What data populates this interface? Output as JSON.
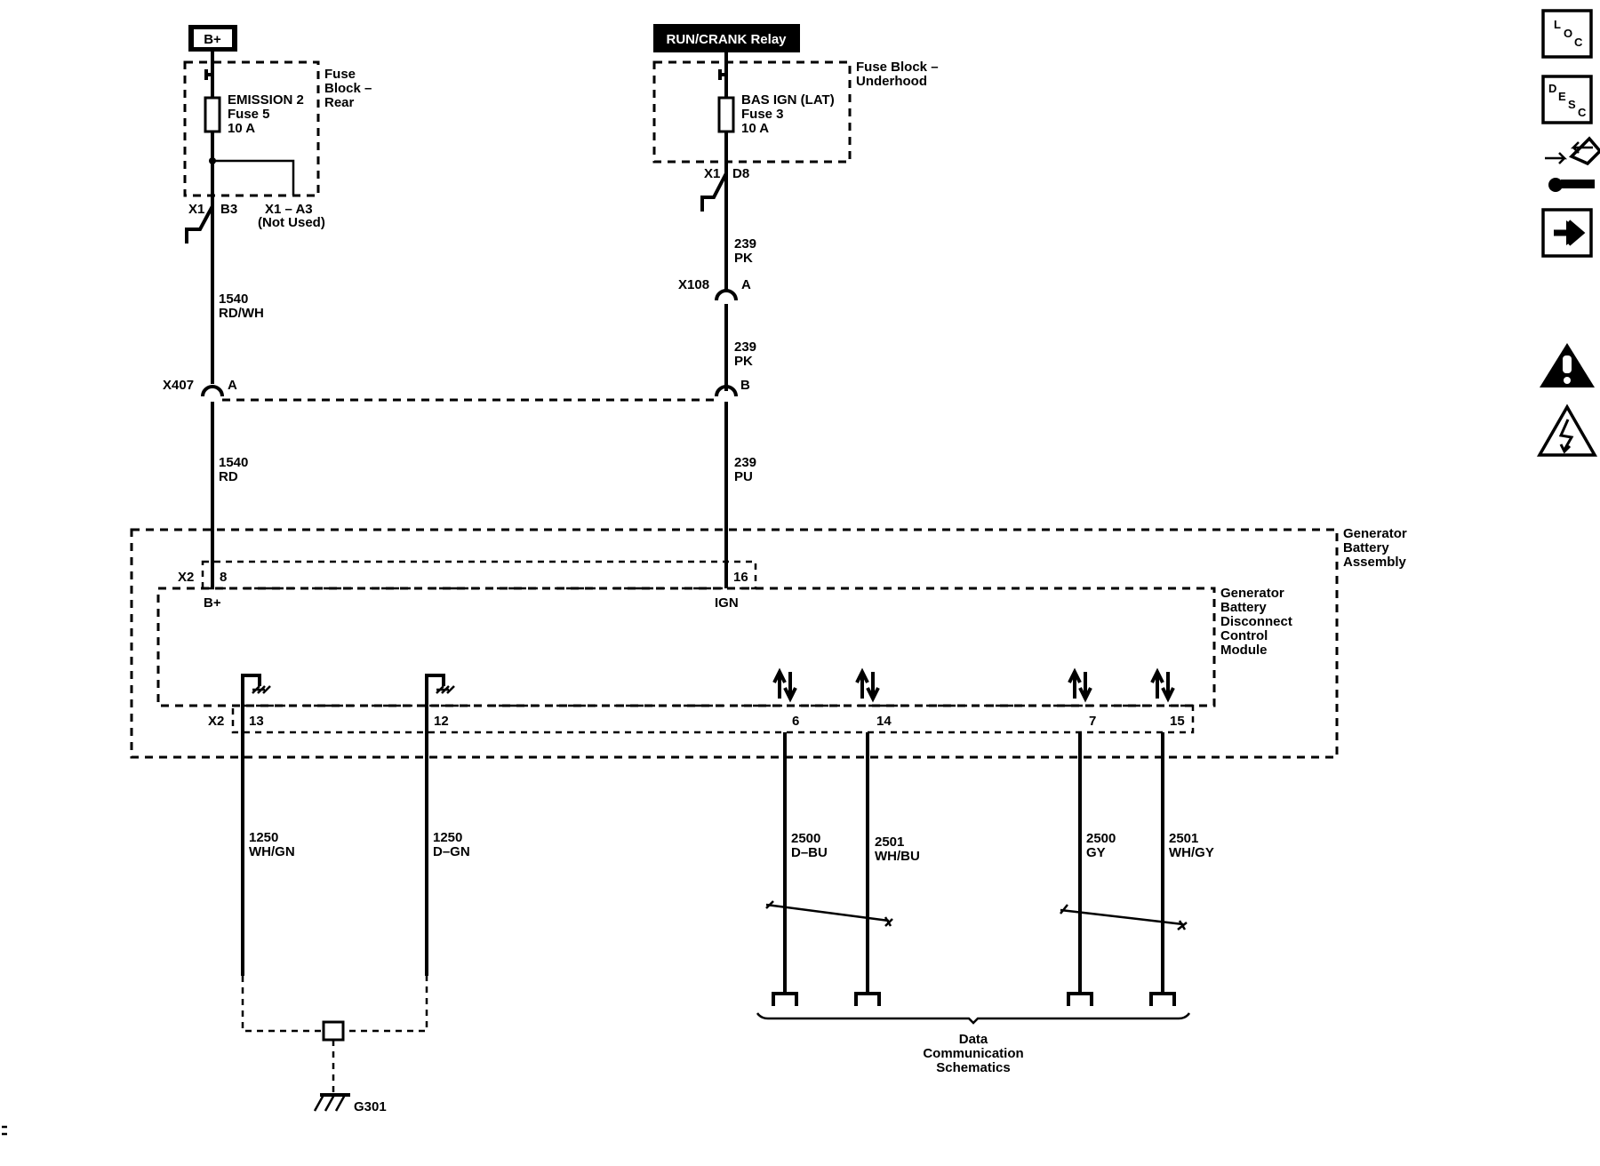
{
  "sources": {
    "battery": "B+",
    "relay": "RUN/CRANK Relay"
  },
  "fuse_blocks": {
    "rear": {
      "line1": "Fuse",
      "line2": "Block –",
      "line3": "Rear",
      "fuse_name": "EMISSION 2",
      "fuse_num": "Fuse 5",
      "fuse_amp": "10 A"
    },
    "underhood": {
      "line1": "Fuse Block –",
      "line2": "Underhood",
      "fuse_name": "BAS IGN (LAT)",
      "fuse_num": "Fuse 3",
      "fuse_amp": "10 A"
    }
  },
  "connectors": {
    "x1": "X1",
    "b3": "B3",
    "x1_a3": "X1 – A3",
    "not_used": "(Not Used)",
    "d8": "D8",
    "x108": "X108",
    "x108_pin": "A",
    "x407": "X407",
    "x407_pin_a": "A",
    "x407_pin_b": "B",
    "x2": "X2",
    "pin_8": "8",
    "pin_16": "16",
    "pin_13": "13",
    "pin_12": "12",
    "pin_6": "6",
    "pin_14": "14",
    "pin_7": "7",
    "pin_15": "15"
  },
  "wires": {
    "w239pk_a": {
      "circuit": "239",
      "color": "PK"
    },
    "w239pk_b": {
      "circuit": "239",
      "color": "PK"
    },
    "w239pu": {
      "circuit": "239",
      "color": "PU"
    },
    "w1540rdwh": {
      "circuit": "1540",
      "color": "RD/WH"
    },
    "w1540rd": {
      "circuit": "1540",
      "color": "RD"
    },
    "w1250whgn": {
      "circuit": "1250",
      "color": "WH/GN"
    },
    "w1250dgn": {
      "circuit": "1250",
      "color": "D–GN"
    },
    "w2500dbu": {
      "circuit": "2500",
      "color": "D–BU"
    },
    "w2501whbu": {
      "circuit": "2501",
      "color": "WH/BU"
    },
    "w2500gy": {
      "circuit": "2500",
      "color": "GY"
    },
    "w2501whgy": {
      "circuit": "2501",
      "color": "WH/GY"
    }
  },
  "assembly": {
    "line1": "Generator",
    "line2": "Battery",
    "line3": "Assembly"
  },
  "module": {
    "line1": "Generator",
    "line2": "Battery",
    "line3": "Disconnect",
    "line4": "Control",
    "line5": "Module",
    "pin_bplus": "B+",
    "pin_ign": "IGN"
  },
  "ground": "G301",
  "data_comm": {
    "line1": "Data",
    "line2": "Communication",
    "line3": "Schematics"
  },
  "side_icons": {
    "loc": {
      "l1": "L",
      "l2": "O",
      "l3": "C",
      "icon": "location-icon"
    },
    "desc": {
      "l1": "D",
      "l2": "E",
      "l3": "S",
      "l4": "C",
      "icon": "description-icon"
    },
    "connector": {
      "icon": "connector-end-view-icon"
    },
    "next": {
      "icon": "arrow-right-icon"
    },
    "caution": {
      "icon": "caution-triangle-icon"
    },
    "esd": {
      "icon": "electrostatic-discharge-icon"
    }
  },
  "colors": {
    "line": "#000000",
    "background": "#ffffff"
  }
}
